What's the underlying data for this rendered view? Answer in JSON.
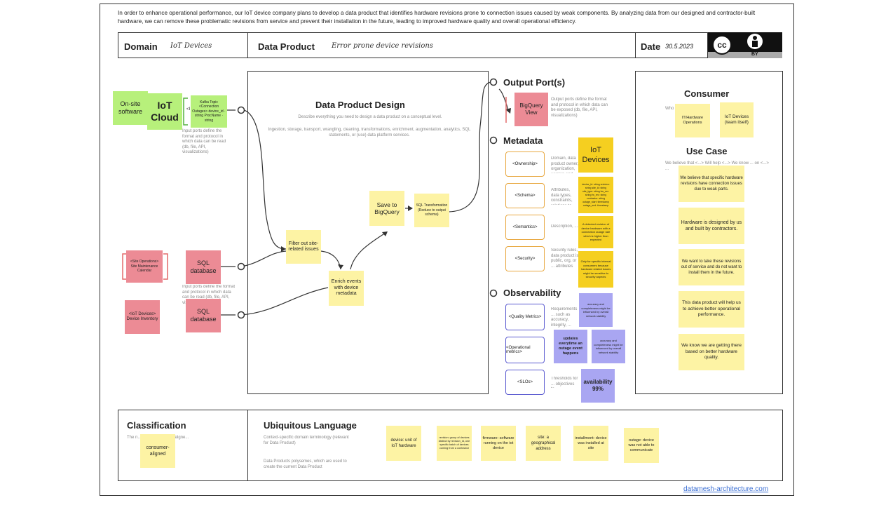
{
  "intro": "In order to enhance operational performance, our IoT device company plans to develop a data product that identifies hardware revisions prone to connection issues caused by weak components. By analyzing data from our designed and contractor-built hardware, we can remove these problematic revisions from service and prevent their installation in the future, leading to improved hardware quality and overall operational efficiency.",
  "header": {
    "domain_label": "Domain",
    "domain_value": "IoT Devices",
    "product_label": "Data Product",
    "product_value": "Error prone device revisions",
    "date_label": "Date",
    "date_value": "30.5.2023",
    "license_cc": "cc",
    "license_by": "BY"
  },
  "design": {
    "title": "Data Product Design",
    "desc1": "Describe everything you need to design a data product on a conceptual level.",
    "desc2": "Ingestion, storage, transport, wrangling, cleaning, transformations, enrichment, augmentation, analytics, SQL statements, or (use) data platform services."
  },
  "inputs": {
    "onsite": "On-site software",
    "iot_cloud": "IoT Cloud",
    "cloud_note": "Kafka Topic <Connection Outages> device_id · string  ProcName · string",
    "cloud_label": "<I",
    "port_desc": "Input ports define the format and protocol in which data can be read (db, file, API, visualizations)",
    "site_ops": "<Site Operations> Site Maintenance Calendar",
    "sql1": "SQL database",
    "iot_devices": "<IoT Devices> Device Inventory",
    "sql2": "SQL database",
    "port_desc2": "Input ports define the format and protocol in which data can be read (db, file, API, visualizations)"
  },
  "flow": {
    "filter": "Filter out site-related issues",
    "enrich": "Enrich events with device metadata",
    "save": "Save to BigQuery",
    "sql_transform": "SQL Transformation (Reduce to output schema)"
  },
  "output": {
    "title": "Output Port(s)",
    "bigquery": "BigQuery View",
    "desc": "Output ports define the format and protocol in which data can be exposed (db, file, API, visualizations)"
  },
  "metadata": {
    "title": "Metadata",
    "items": [
      {
        "label": "<Ownership>",
        "desc": "Domain, data product owner, organization, version and ..."
      },
      {
        "label": "<Schema>",
        "desc": "Attributes, data types, constraints, relations to other elements"
      },
      {
        "label": "<Semantics>",
        "desc": "Description, ..."
      },
      {
        "label": "<Security>",
        "desc": "Security rules, data product is public, org, or ... attributes"
      }
    ],
    "iot_devices": "IoT Devices",
    "schema_note": "device_id: string  revision: string  site_id: string  site_type: string  hw_rev: string  fw_rev: string  contractor: string  outage_start: timestamp  outage_end: timestamp",
    "semantics_note": "A detected revision of device hardware with a connection outage rate which is higher than expected",
    "security_note": "Only for specific internal consumers because hardware related issues might be sensitive to security aspects"
  },
  "observability": {
    "title": "Observability",
    "items": [
      {
        "label": "<Quality Metrics>",
        "desc": "Requirements ... such as accuracy, integrity, ... Governance ..."
      },
      {
        "label": "<Operational metrics>",
        "desc": ""
      },
      {
        "label": "<SLOs>",
        "desc": "Thresholds for ... objectives to ..."
      }
    ],
    "quality_note": "accuracy and completeness might be influenced by overall network stability",
    "updates_note": "updates everytime an outage event happens",
    "ops_note": "accuracy and completeness might be influenced by overall network stability",
    "availability": "availability 99%"
  },
  "consumer": {
    "title": "Consumer",
    "desc": "Who ... of t... ct?",
    "note1": "IT/Hardware Operations",
    "note2": "IoT Devices (team itself)"
  },
  "usecase": {
    "title": "Use Case",
    "desc": "We believe that <...> Will help <...> We know ... on <...> ...",
    "notes": [
      "We believe that specific hardware revisions have connection issues due to weak parts.",
      "Hardware is designed by us and built by contractors.",
      "We want to take these revisions out of service and do not want to install them in the future.",
      "This data product will help us to achieve better operational performance.",
      "We know we are getting there based on better hardware quality."
    ]
  },
  "classification": {
    "title": "Classification",
    "desc": "The n... data ... aggreg... aligne...",
    "note": "consumer-aligned"
  },
  "ubiquitous": {
    "title": "Ubiquitous Language",
    "desc1": "Context-specific domain terminology (relevant for Data Product)",
    "desc2": "Data Products polysemes, which are used to create the current Data Product",
    "notes": [
      "device: unit of IoT hardware",
      "revision: group of devices distinct by revision_id, one specific batch of devices coming from a contractor",
      "firmware: software running on the iot device",
      "site: a geographical address",
      "installment: device was installed at site",
      "outage: device was not able to communicate"
    ]
  },
  "footer": "datamesh-architecture.com"
}
